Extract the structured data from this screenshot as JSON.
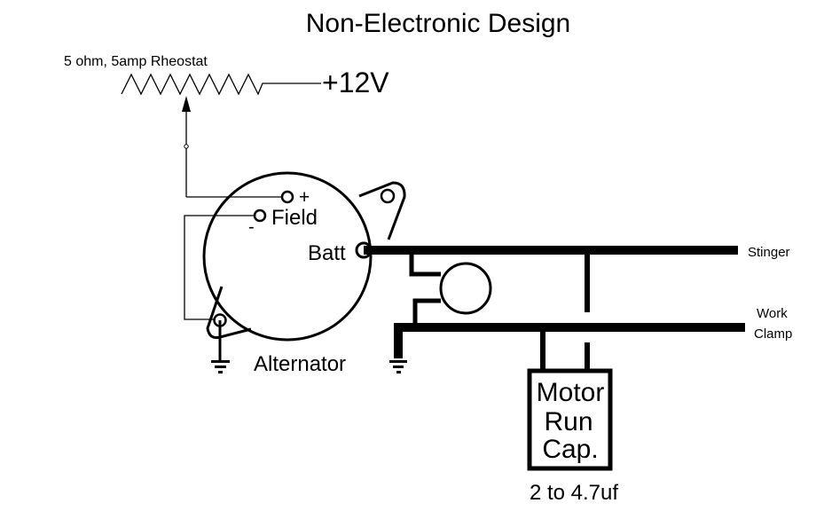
{
  "title": "Non-Electronic Design",
  "rheostat": {
    "label": "5 ohm, 5amp Rheostat",
    "supply_label": "+12V"
  },
  "alternator": {
    "name": "Alternator",
    "field_label": "Field",
    "field_plus": "+",
    "field_minus": "-",
    "batt_label": "Batt"
  },
  "outputs": {
    "stinger": "Stinger",
    "work_line1": "Work",
    "work_line2": "Clamp"
  },
  "capacitor": {
    "line1": "Motor",
    "line2": "Run",
    "line3": "Cap.",
    "value": "2 to 4.7uf"
  },
  "colors": {
    "ink": "#000000",
    "background": "#ffffff"
  }
}
